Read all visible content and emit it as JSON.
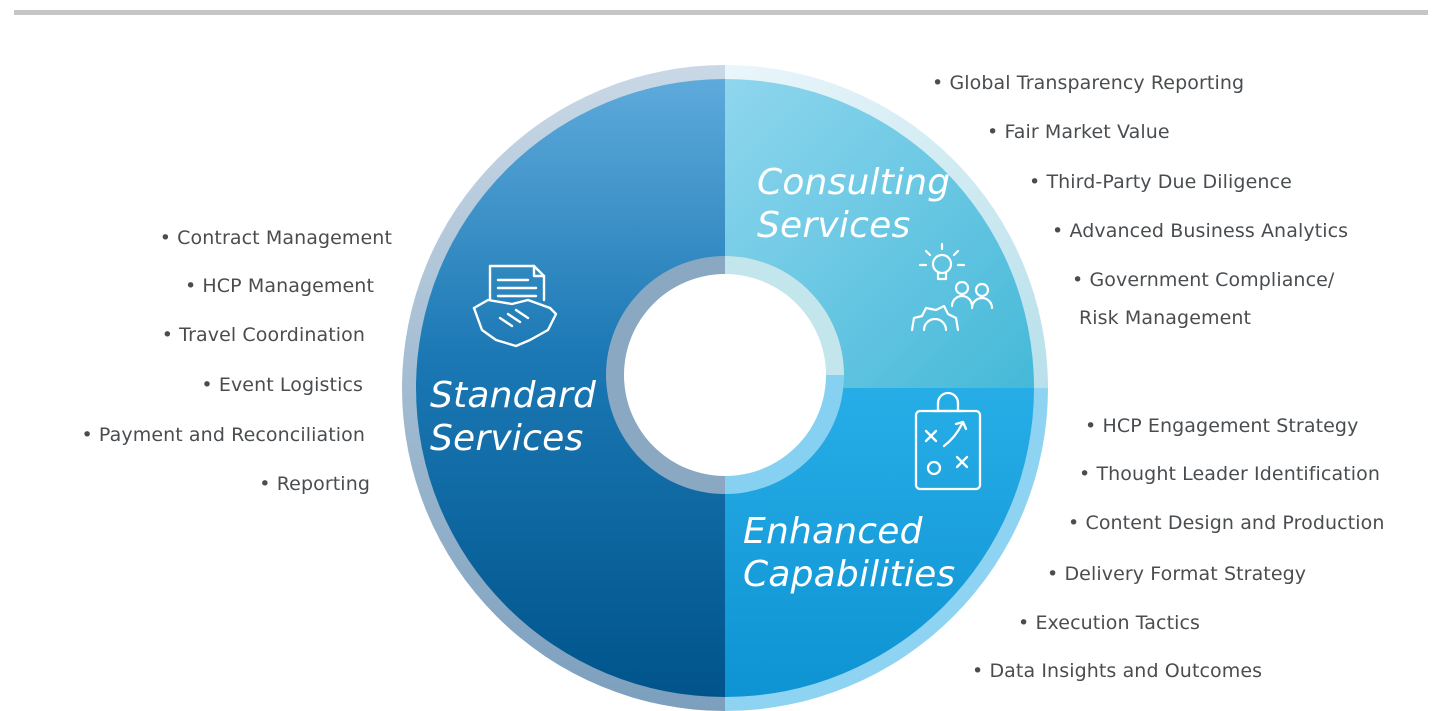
{
  "diagram": {
    "standard": {
      "title_line1": "Standard",
      "title_line2": "Services",
      "items": [
        "• Contract Management",
        "• HCP Management",
        "• Travel Coordination",
        "• Event Logistics",
        "• Payment and Reconciliation",
        "• Reporting"
      ]
    },
    "consulting": {
      "title_line1": "Consulting",
      "title_line2": "Services",
      "items": [
        "• Global Transparency Reporting",
        "• Fair Market Value",
        "• Third-Party Due Diligence",
        "• Advanced Business Analytics",
        "• Government Compliance/",
        "Risk Management"
      ]
    },
    "enhanced": {
      "title_line1": "Enhanced",
      "title_line2": "Capabilities",
      "items": [
        "• HCP Engagement Strategy",
        "• Thought Leader Identification",
        "• Content Design and Production",
        "• Delivery Format Strategy",
        "• Execution Tactics",
        "• Data Insights and Outcomes"
      ]
    }
  },
  "colors": {
    "standard_dark": "#00568e",
    "standard_light": "#5aa5d6",
    "consulting": "#6fc8e3",
    "enhanced": "#1aa7e2",
    "text": "#4a4d50"
  },
  "icons": {
    "standard": "handshake-document-icon",
    "consulting": "lightbulb-team-gear-icon",
    "enhanced": "clipboard-strategy-icon"
  }
}
